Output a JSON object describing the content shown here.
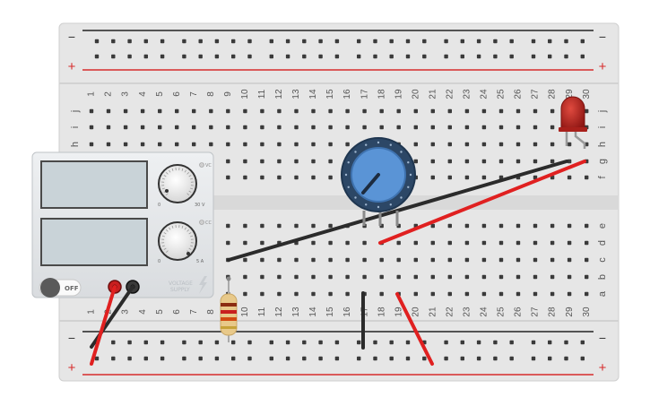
{
  "breadboard": {
    "columns": [
      "1",
      "2",
      "3",
      "4",
      "5",
      "6",
      "7",
      "8",
      "9",
      "10",
      "11",
      "12",
      "13",
      "14",
      "15",
      "16",
      "17",
      "18",
      "19",
      "20",
      "21",
      "22",
      "23",
      "24",
      "25",
      "26",
      "27",
      "28",
      "29",
      "30"
    ],
    "rows_top": [
      "j",
      "i",
      "h",
      "g",
      "f"
    ],
    "rows_bottom": [
      "e",
      "d",
      "c",
      "b",
      "a"
    ],
    "rail_minus": "−",
    "rail_plus": "+"
  },
  "power_supply": {
    "voltage_knob_tag": "VC",
    "voltage_min": "0",
    "voltage_max": "30 V",
    "current_knob_tag": "CC",
    "current_min": "0",
    "current_max": "5 A",
    "switch_label": "OFF",
    "brand_line1": "VOLTAGE",
    "brand_line2": "SUPPLY"
  },
  "colors": {
    "board": "#e4e4e4",
    "board_center_channel": "#d8d8d8",
    "hole": "#3a3a3a",
    "rail_red": "#d62b2b",
    "rail_black": "#222222",
    "wire_red": "#e02020",
    "wire_black": "#2b2b2b",
    "led_red": "#b8201c",
    "pot_blue": "#5a94d6",
    "psu_body": "#e6e8ea",
    "psu_display": "#c9d3d8"
  },
  "components": {
    "potentiometer_icon": "potentiometer-icon",
    "led_icon": "led-icon",
    "resistor_icon": "resistor-icon",
    "lightning_icon": "lightning-icon"
  }
}
